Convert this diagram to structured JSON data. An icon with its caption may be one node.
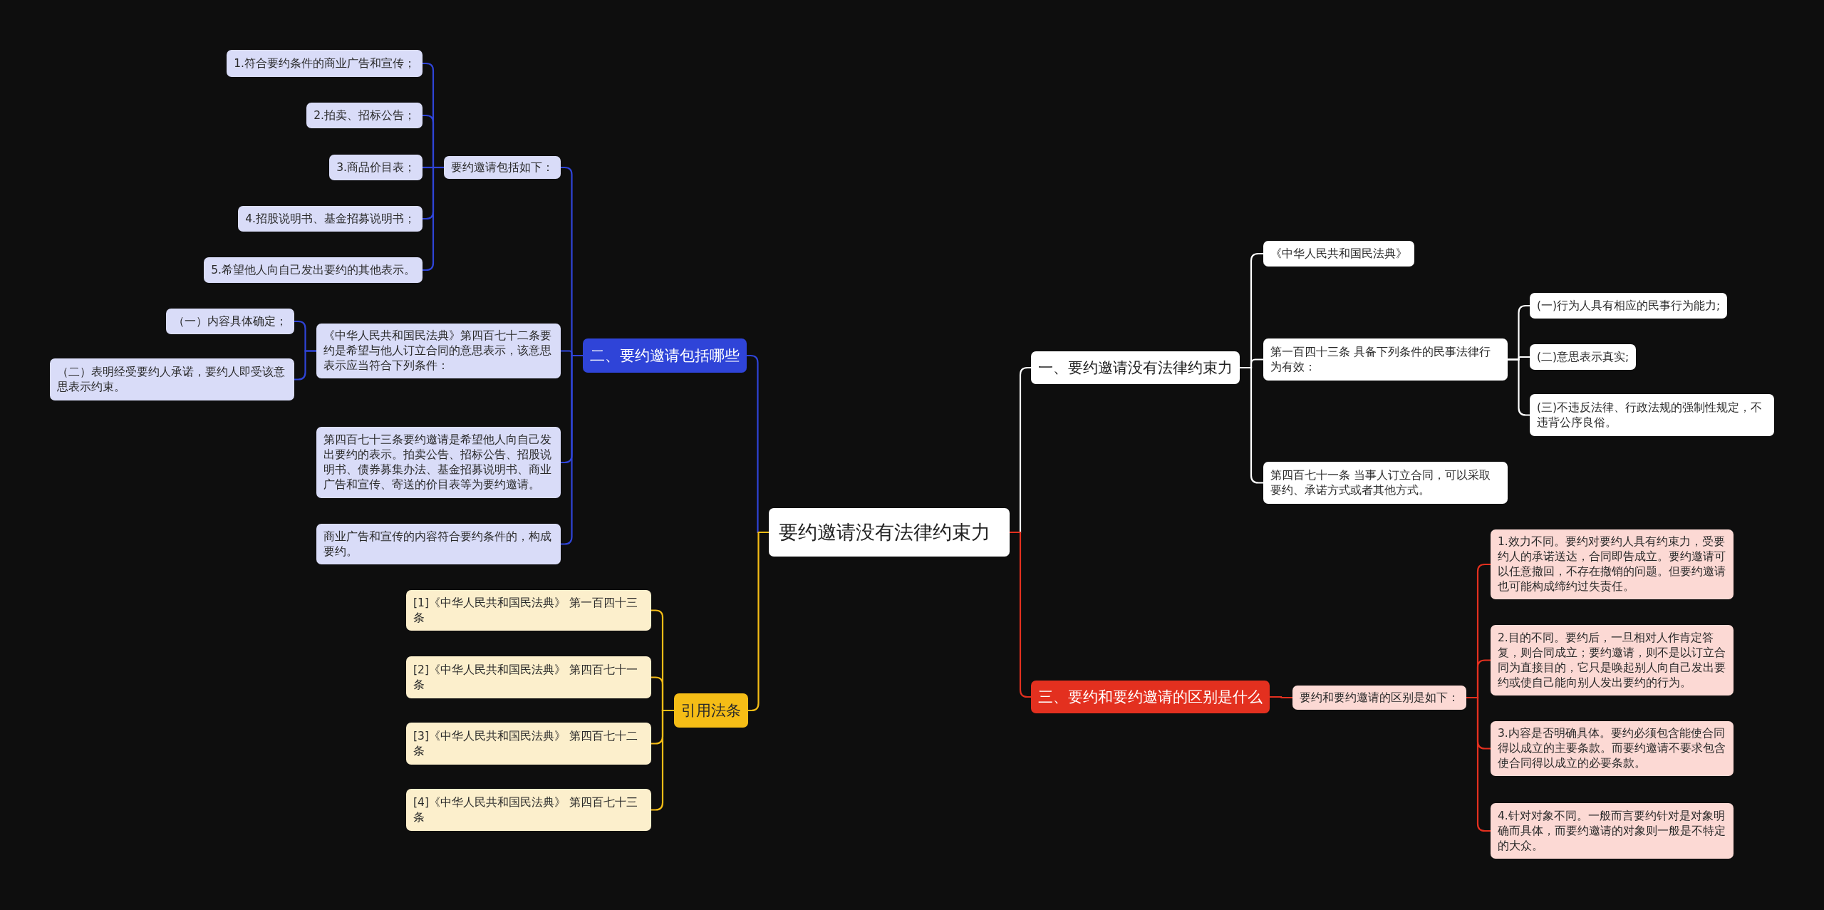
{
  "diagram": {
    "nodes": [
      {
        "text": [
          "要约邀请没有法律约束力"
        ]
      },
      {
        "text": [
          "一、要约邀请没有法律约束力"
        ]
      },
      {
        "text": [
          "《中华人民共和国民法典》"
        ]
      },
      {
        "text": [
          "第一百四十三条 具备下列条件的民事法律行为有效："
        ]
      },
      {
        "text": [
          "(一)行为人具有相应的民事行为能力;"
        ]
      },
      {
        "text": [
          "(二)意思表示真实;"
        ]
      },
      {
        "text": [
          "(三)不违反法律、行政法规的强制性规定，不违背公序良俗。"
        ]
      },
      {
        "text": [
          "第四百七十一条 当事人订立合同，可以采取要约、承诺方式或者其他方式。"
        ]
      },
      {
        "text": [
          "二、要约邀请包括哪些"
        ]
      },
      {
        "text": [
          "要约邀请包括如下："
        ]
      },
      {
        "text": [
          "1.符合要约条件的商业广告和宣传；"
        ]
      },
      {
        "text": [
          "2.拍卖、招标公告；"
        ]
      },
      {
        "text": [
          "3.商品价目表；"
        ]
      },
      {
        "text": [
          "4.招股说明书、基金招募说明书；"
        ]
      },
      {
        "text": [
          "5.希望他人向自己发出要约的其他表示。"
        ]
      },
      {
        "text": [
          "《中华人民共和国民法典》第四百七十二条要约是希望与他人订立合同的意思表示，该意思表示应当符合下列条件："
        ]
      },
      {
        "text": [
          "（一）内容具体确定；"
        ]
      },
      {
        "text": [
          "（二）表明经受要约人承诺，要约人即受该意思表示约束。"
        ]
      },
      {
        "text": [
          "第四百七十三条要约邀请是希望他人向自己发出要约的表示。拍卖公告、招标公告、招股说明书、债券募集办法、基金招募说明书、商业广告和宣传、寄送的价目表等为要约邀请。"
        ]
      },
      {
        "text": [
          "商业广告和宣传的内容符合要约条件的，构成要约。"
        ]
      },
      {
        "text": [
          "三、要约和要约邀请的区别是什么"
        ]
      },
      {
        "text": [
          "要约和要约邀请的区别是如下："
        ]
      },
      {
        "text": [
          "1.效力不同。要约对要约人具有约束力，受要约人的承诺送达，合同即告成立。要约邀请可以任意撤回，不存在撤销的问题。但要约邀请也可能构成缔约过失责任。"
        ]
      },
      {
        "text": [
          "2.目的不同。要约后，一旦相对人作肯定答复，则合同成立；要约邀请，则不是以订立合同为直接目的，它只是唤起别人向自己发出要约或使自己能向别人发出要约的行为。"
        ]
      },
      {
        "text": [
          "3.内容是否明确具体。要约必须包含能使合同得以成立的主要条款。而要约邀请不要求包含使合同得以成立的必要条款。"
        ]
      },
      {
        "text": [
          "4.针对对象不同。一般而言要约针对是对象明确而具体，而要约邀请的对象则一般是不特定的大众。"
        ]
      },
      {
        "text": [
          "引用法条"
        ]
      },
      {
        "text": [
          "[1]《中华人民共和国民法典》 第一百四十三条"
        ]
      },
      {
        "text": [
          "[2]《中华人民共和国民法典》 第四百七十一条"
        ]
      },
      {
        "text": [
          "[3]《中华人民共和国民法典》 第四百七十二条"
        ]
      },
      {
        "text": [
          "[4]《中华人民共和国民法典》 第四百七十三条"
        ]
      }
    ],
    "edges": [
      {
        "from": 0,
        "to": 1,
        "arrow": "none",
        "color": "#ffffff"
      },
      {
        "from": 1,
        "to": 2,
        "arrow": "none",
        "color": "#ffffff"
      },
      {
        "from": 1,
        "to": 3,
        "arrow": "none",
        "color": "#ffffff"
      },
      {
        "from": 3,
        "to": 4,
        "arrow": "none",
        "color": "#ffffff"
      },
      {
        "from": 3,
        "to": 5,
        "arrow": "none",
        "color": "#ffffff"
      },
      {
        "from": 3,
        "to": 6,
        "arrow": "none",
        "color": "#ffffff"
      },
      {
        "from": 1,
        "to": 7,
        "arrow": "none",
        "color": "#ffffff"
      },
      {
        "from": 0,
        "to": 8,
        "arrow": "none"
      },
      {
        "from": 8,
        "to": 9,
        "arrow": "none"
      },
      {
        "from": 9,
        "to": 10,
        "arrow": "none"
      },
      {
        "from": 9,
        "to": 11,
        "arrow": "none"
      },
      {
        "from": 9,
        "to": 12,
        "arrow": "none"
      },
      {
        "from": 9,
        "to": 13,
        "arrow": "none"
      },
      {
        "from": 9,
        "to": 14,
        "arrow": "none"
      },
      {
        "from": 8,
        "to": 15,
        "arrow": "none"
      },
      {
        "from": 15,
        "to": 16,
        "arrow": "none"
      },
      {
        "from": 15,
        "to": 17,
        "arrow": "none"
      },
      {
        "from": 8,
        "to": 18,
        "arrow": "none"
      },
      {
        "from": 8,
        "to": 19,
        "arrow": "none"
      },
      {
        "from": 0,
        "to": 20,
        "arrow": "none",
        "color": "#e3301f"
      },
      {
        "from": 20,
        "to": 21,
        "arrow": "none",
        "color": "#e3301f"
      },
      {
        "from": 21,
        "to": 22,
        "arrow": "none",
        "color": "#e3301f"
      },
      {
        "from": 21,
        "to": 23,
        "arrow": "none",
        "color": "#e3301f"
      },
      {
        "from": 21,
        "to": 24,
        "arrow": "none",
        "color": "#e3301f"
      },
      {
        "from": 21,
        "to": 25,
        "arrow": "none",
        "color": "#e3301f"
      },
      {
        "from": 0,
        "to": 26,
        "arrow": "none",
        "color": "#f5bd16"
      },
      {
        "from": 26,
        "to": 27,
        "arrow": "none",
        "color": "#f5bd16"
      },
      {
        "from": 26,
        "to": 28,
        "arrow": "none",
        "color": "#f5bd16"
      },
      {
        "from": 26,
        "to": 29,
        "arrow": "none",
        "color": "#f5bd16"
      },
      {
        "from": 26,
        "to": 30,
        "arrow": "none",
        "color": "#f5bd16"
      }
    ]
  }
}
